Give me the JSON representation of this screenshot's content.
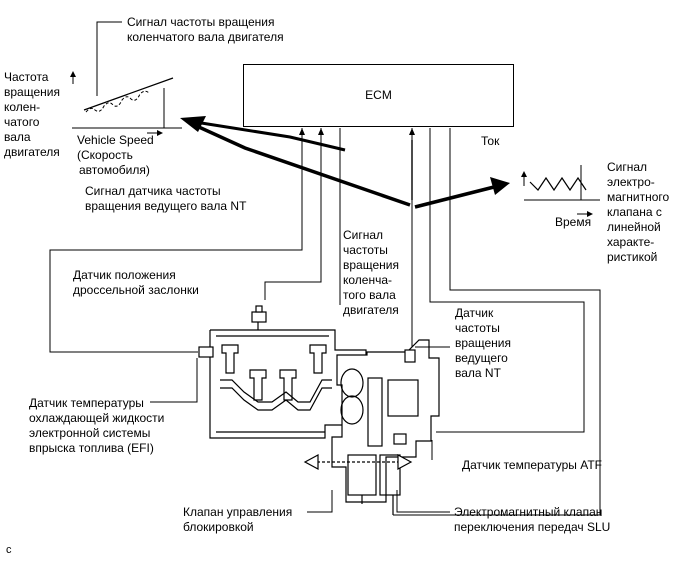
{
  "ecm": {
    "label": "ECM"
  },
  "labels": {
    "crank_signal_top": [
      "Сигнал частоты вращения",
      "коленчатого вала двигателя"
    ],
    "engine_speed_axis": [
      "Частота",
      "вращения",
      "колен-",
      "чатого",
      "вала",
      "двигателя"
    ],
    "vehicle_speed_axis": [
      "Vehicle Speed",
      "(Скорость",
      "автомобиля)"
    ],
    "nt_signal": [
      "Сигнал датчика частоты",
      "вращения ведущего вала NT"
    ],
    "current": "Ток",
    "solenoid_signal": [
      "Сигнал",
      "электро-",
      "магнитного",
      "клапана с",
      "линейной",
      "характе-",
      "ристикой"
    ],
    "time_axis": "Время",
    "throttle_sensor": [
      "Датчик положения",
      "дроссельной заслонки"
    ],
    "crank_signal_mid": [
      "Сигнал",
      "частоты",
      "вращения",
      "коленча-",
      "того вала",
      "двигателя"
    ],
    "nt_sensor": [
      "Датчик",
      "частоты",
      "вращения",
      "ведущего",
      "вала NT"
    ],
    "coolant_sensor": [
      "Датчик температуры",
      "охлаждающей жидкости",
      "электронной системы",
      "впрыска топлива (EFI)"
    ],
    "atf_sensor": "Датчик температуры ATF",
    "lockup_valve": [
      "Клапан управления",
      "блокировкой"
    ],
    "slu_valve": [
      "Электромагнитный клапан",
      "переключения передач SLU"
    ],
    "corner_mark": "c"
  }
}
